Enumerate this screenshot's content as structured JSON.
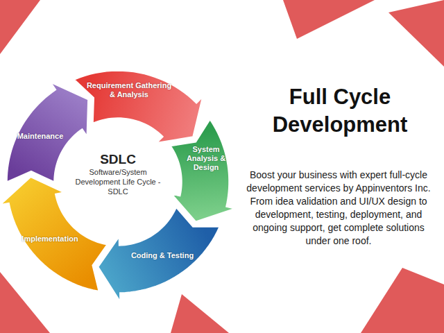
{
  "diagram": {
    "title": "Full Cycle Development",
    "nodes": [
      {
        "text": [
          "Requirement Gathering & Analysis"
        ]
      },
      {
        "text": [
          "System Analysis & Design"
        ]
      },
      {
        "text": [
          "Coding & Testing"
        ]
      },
      {
        "text": [
          "Implementation"
        ]
      },
      {
        "text": [
          "Maintenance"
        ]
      }
    ],
    "labels": [
      "SDLC",
      "Software/System Development Life Cycle - SDLC",
      "Boost your business with expert full-cycle development services by Appinventors Inc. From idea validation and UI/UX design to development, testing, deployment, and ongoing support, get complete solutions under one roof."
    ]
  }
}
